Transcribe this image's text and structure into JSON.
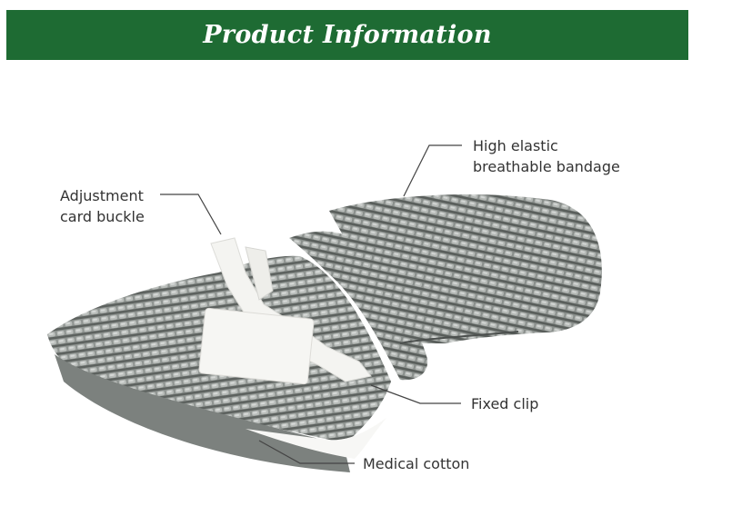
{
  "banner": {
    "title": "Product Information",
    "color": "#1e6b33"
  },
  "callouts": {
    "elastic": {
      "line1": "High elastic",
      "line2": "breathable bandage"
    },
    "buckle": {
      "line1": "Adjustment",
      "line2": "card buckle"
    },
    "clip": {
      "line1": "Fixed clip"
    },
    "cotton": {
      "line1": "Medical cotton"
    }
  },
  "colors": {
    "bandage": "#8c918e",
    "bandage_dark": "#5f6462",
    "clip": "#f4f4f1",
    "pad": "#f7f7f5",
    "leader_line": "#444444"
  }
}
